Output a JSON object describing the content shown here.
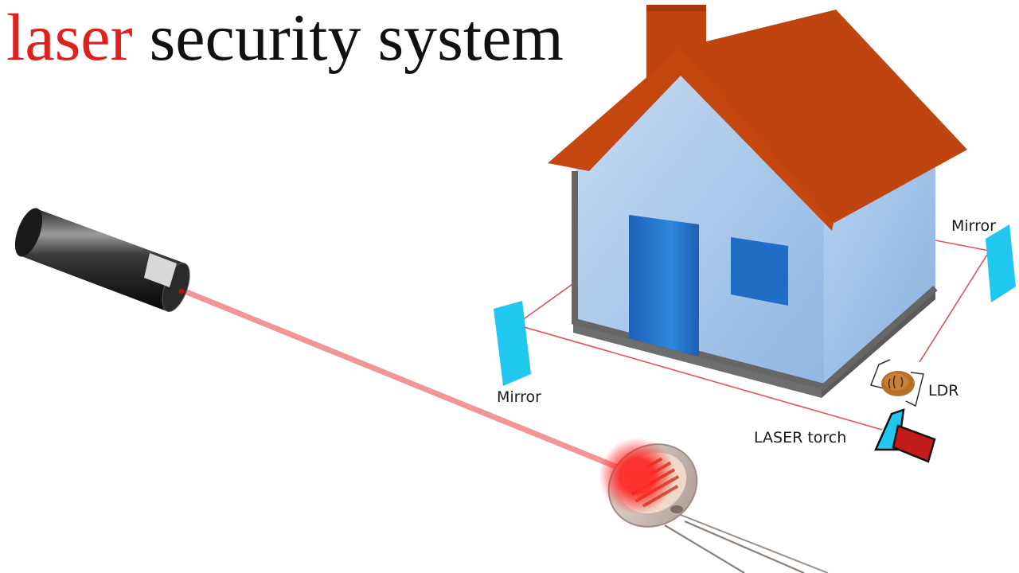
{
  "title": {
    "part1": "laser",
    "part2": "security system",
    "part1_color": "#e0201c",
    "part2_color": "#111111"
  },
  "labels": {
    "mirror_left": "Mirror",
    "mirror_right": "Mirror",
    "ldr": "LDR",
    "laser_torch": "LASER torch"
  },
  "colors": {
    "beam": "#f08080",
    "house_roof": "#c0440f",
    "house_wall": "#a9c8ea",
    "house_door": "#1f6dc4",
    "mirror": "#20c7ef",
    "laser_glow": "#ff2020"
  },
  "icons": [
    "laser-pointer-icon",
    "house-icon",
    "mirror-icon",
    "ldr-sensor-icon",
    "laser-torch-icon"
  ]
}
